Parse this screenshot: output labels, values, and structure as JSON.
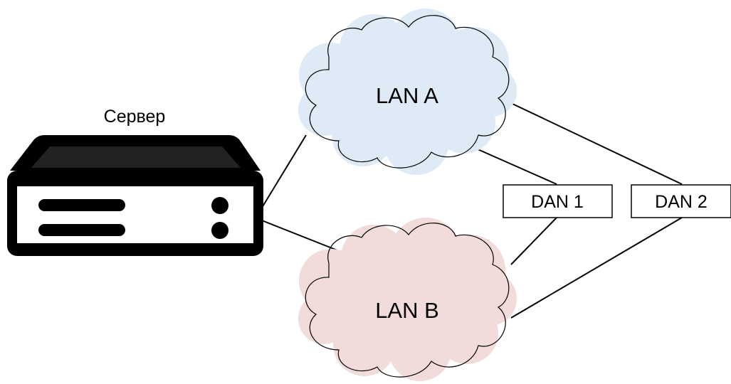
{
  "server": {
    "label": "Сервер"
  },
  "networks": {
    "lan_a": {
      "label": "LAN A",
      "color": "#DEEBF7"
    },
    "lan_b": {
      "label": "LAN B",
      "color": "#F2DCDB"
    }
  },
  "nodes": {
    "dan_1": {
      "label": "DAN 1"
    },
    "dan_2": {
      "label": "DAN 2"
    }
  },
  "colors": {
    "stroke": "#000000",
    "background": "#FFFFFF"
  }
}
